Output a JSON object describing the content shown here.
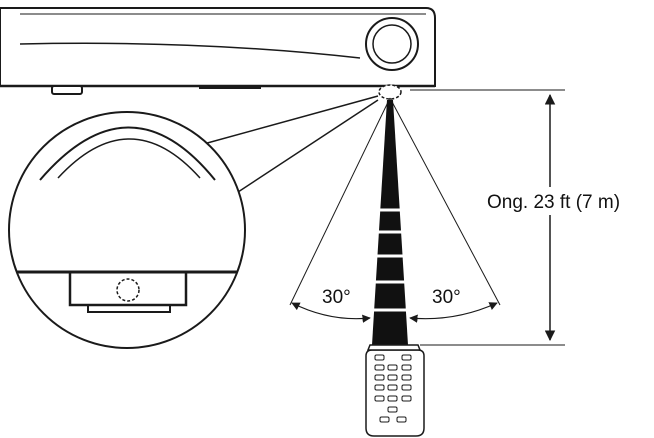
{
  "labels": {
    "angle_left": "30°",
    "angle_right": "30°",
    "distance": "Ong. 23 ft (7 m)"
  },
  "colors": {
    "line": "#1a1a1a",
    "fill": "#ffffff",
    "beam": "#111111"
  },
  "icons": {
    "device": "av-receiver-icon",
    "remote": "remote-control-icon",
    "sensor": "ir-sensor-icon"
  }
}
